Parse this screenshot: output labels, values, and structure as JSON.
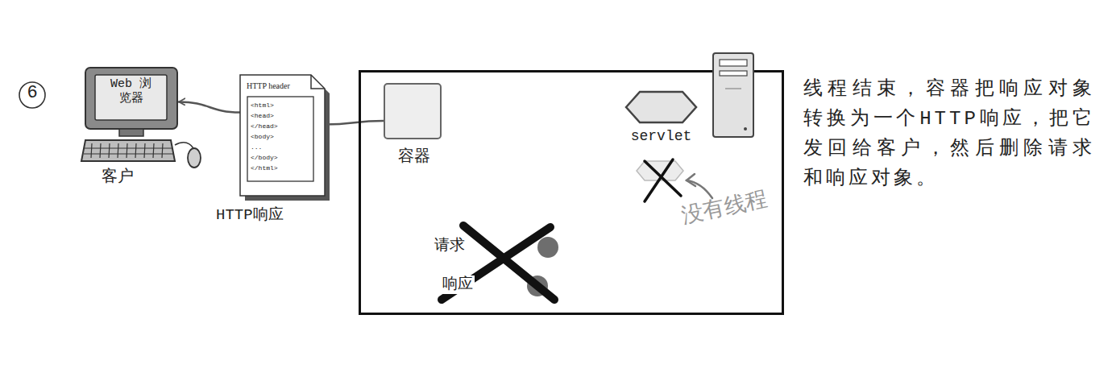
{
  "diagram": {
    "nodes": [
      {
        "text": [
          "Web 浏览器",
          "客户"
        ]
      },
      {
        "text": [
          "HTTP header",
          "<html>",
          "<head>",
          "</head>",
          "<body>",
          "...",
          "</body>",
          "</html>",
          "HTTP响应"
        ]
      },
      {
        "text": []
      },
      {
        "text": [
          "容器"
        ],
        "in": 2
      },
      {
        "text": [
          "servlet"
        ],
        "in": 2
      },
      {
        "text": [
          "请求"
        ],
        "in": 2
      },
      {
        "text": [
          "响应"
        ],
        "in": 2
      }
    ],
    "edges": [
      {
        "from": 3,
        "to": 1,
        "arrow": "none"
      },
      {
        "from": 1,
        "to": 0,
        "arrow": "to"
      }
    ],
    "labels": [
      "6",
      "没有线程",
      "线程结束，容器把响应对象转换为一个HTTP响应，把它发回给客户，然后删除请求和响应对象。"
    ]
  }
}
